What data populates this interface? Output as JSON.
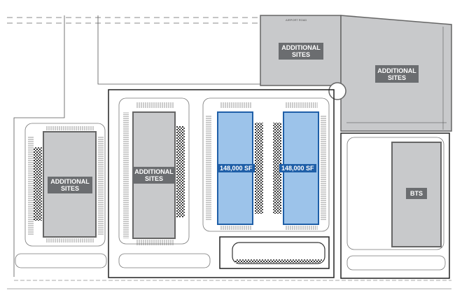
{
  "road_label": "AIRPORT ROAD",
  "sites": [
    {
      "id": "left",
      "label_line1": "ADDITIONAL",
      "label_line2": "SITES"
    },
    {
      "id": "center-left",
      "label_line1": "ADDITIONAL",
      "label_line2": "SITES"
    },
    {
      "id": "top-middle",
      "label_line1": "ADDITIONAL",
      "label_line2": "SITES"
    },
    {
      "id": "top-right",
      "label_line1": "ADDITIONAL",
      "label_line2": "SITES"
    }
  ],
  "buildings": [
    {
      "label": "148,000 SF"
    },
    {
      "label": "148,000 SF"
    },
    {
      "label": "BTS"
    }
  ],
  "colors": {
    "available": "#9cc3ea",
    "available_outline": "#1f5fa8",
    "site": "#c8c9cb",
    "label_bg": "#6b6d70"
  }
}
